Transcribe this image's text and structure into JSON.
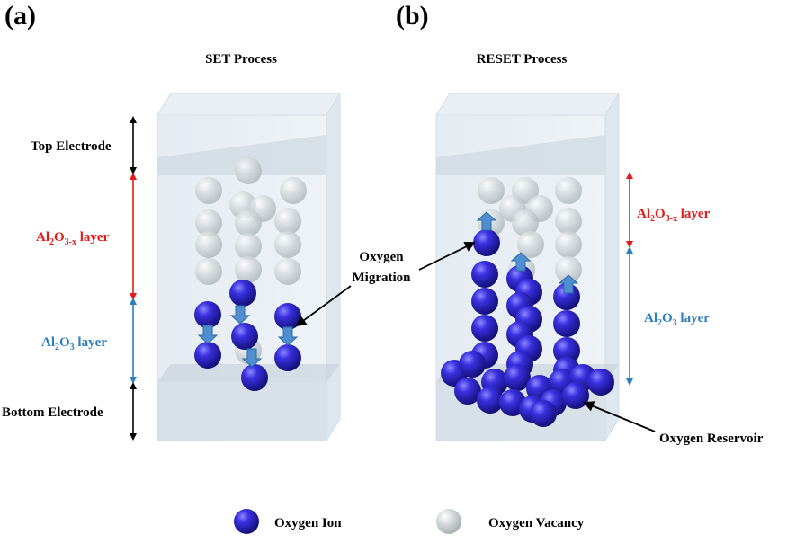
{
  "panels": [
    {
      "label": "(a)",
      "title": "SET Process"
    },
    {
      "label": "(b)",
      "title": "RESET Process"
    }
  ],
  "layers_a": {
    "top_electrode": "Top Electrode",
    "alox": {
      "base": "Al",
      "sub1": "2",
      "mid": "O",
      "sub2": "3-x",
      "tail": " layer"
    },
    "al2o3": {
      "base": "Al",
      "sub1": "2",
      "mid": "O",
      "sub2": "3",
      "tail": " layer"
    },
    "bottom_electrode": "Bottom Electrode"
  },
  "layers_b": {
    "alox": {
      "base": "Al",
      "sub1": "2",
      "mid": "O",
      "sub2": "3-x",
      "tail": " layer"
    },
    "al2o3": {
      "base": "Al",
      "sub1": "2",
      "mid": "O",
      "sub2": "3",
      "tail": " layer"
    }
  },
  "annotations": {
    "migration_line1": "Oxygen",
    "migration_line2": "Migration",
    "reservoir": "Oxygen Reservoir"
  },
  "legend": {
    "ion": "Oxygen Ion",
    "vacancy": "Oxygen Vacancy"
  },
  "colors": {
    "ion": "#2a22c8",
    "vacancy": "#c7d0d2",
    "arrow_fill": "#4f8fd0",
    "red": "#e31b1b",
    "blue": "#2c7fc0",
    "black": "#000000",
    "block": "#dde6ef",
    "electrode": "#c9d3dd"
  }
}
